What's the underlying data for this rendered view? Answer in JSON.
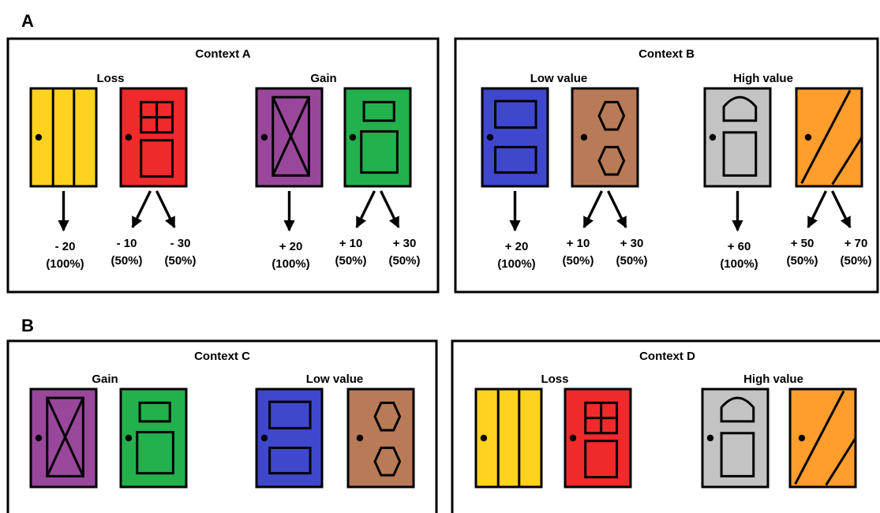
{
  "panels": [
    {
      "letter": "A",
      "contexts": [
        {
          "title": "Context A",
          "groups": [
            {
              "label": "Loss",
              "doors": [
                {
                  "color": "#FFD21F",
                  "style": "planks",
                  "outcomes": [
                    {
                      "value": "- 20",
                      "prob": "(100%)"
                    }
                  ]
                },
                {
                  "color": "#EE2A2A",
                  "style": "window",
                  "outcomes": [
                    {
                      "value": "- 10",
                      "prob": "(50%)"
                    },
                    {
                      "value": "- 30",
                      "prob": "(50%)"
                    }
                  ]
                }
              ]
            },
            {
              "label": "Gain",
              "doors": [
                {
                  "color": "#99479B",
                  "style": "cross",
                  "outcomes": [
                    {
                      "value": "+ 20",
                      "prob": "(100%)"
                    }
                  ]
                },
                {
                  "color": "#22B14C",
                  "style": "panels-green",
                  "outcomes": [
                    {
                      "value": "+ 10",
                      "prob": "(50%)"
                    },
                    {
                      "value": "+ 30",
                      "prob": "(50%)"
                    }
                  ]
                }
              ]
            }
          ]
        },
        {
          "title": "Context B",
          "groups": [
            {
              "label": "Low value",
              "doors": [
                {
                  "color": "#3F48CC",
                  "style": "panels-blue",
                  "outcomes": [
                    {
                      "value": "+ 20",
                      "prob": "(100%)"
                    }
                  ]
                },
                {
                  "color": "#B97A57",
                  "style": "hexagons",
                  "outcomes": [
                    {
                      "value": "+ 10",
                      "prob": "(50%)"
                    },
                    {
                      "value": "+ 30",
                      "prob": "(50%)"
                    }
                  ]
                }
              ]
            },
            {
              "label": "High value",
              "doors": [
                {
                  "color": "#C3C3C3",
                  "style": "arch",
                  "outcomes": [
                    {
                      "value": "+ 60",
                      "prob": "(100%)"
                    }
                  ]
                },
                {
                  "color": "#FF9D2D",
                  "style": "diagonal",
                  "outcomes": [
                    {
                      "value": "+ 50",
                      "prob": "(50%)"
                    },
                    {
                      "value": "+ 70",
                      "prob": "(50%)"
                    }
                  ]
                }
              ]
            }
          ]
        }
      ]
    },
    {
      "letter": "B",
      "contexts": [
        {
          "title": "Context C",
          "groups": [
            {
              "label": "Gain",
              "doors": [
                {
                  "color": "#99479B",
                  "style": "cross"
                },
                {
                  "color": "#22B14C",
                  "style": "panels-green"
                }
              ]
            },
            {
              "label": "Low value",
              "doors": [
                {
                  "color": "#3F48CC",
                  "style": "panels-blue"
                },
                {
                  "color": "#B97A57",
                  "style": "hexagons"
                }
              ]
            }
          ]
        },
        {
          "title": "Context D",
          "groups": [
            {
              "label": "Loss",
              "doors": [
                {
                  "color": "#FFD21F",
                  "style": "planks"
                },
                {
                  "color": "#EE2A2A",
                  "style": "window"
                }
              ]
            },
            {
              "label": "High value",
              "doors": [
                {
                  "color": "#C3C3C3",
                  "style": "arch"
                },
                {
                  "color": "#FF9D2D",
                  "style": "diagonal"
                }
              ]
            }
          ]
        }
      ]
    }
  ]
}
